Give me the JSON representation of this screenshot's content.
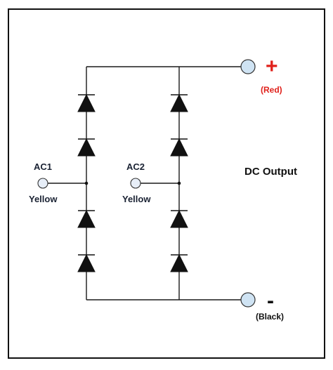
{
  "diagram": {
    "title": "DC Output",
    "ac1": {
      "label": "AC1",
      "color_label": "Yellow"
    },
    "ac2": {
      "label": "AC2",
      "color_label": "Yellow"
    },
    "positive": {
      "symbol": "+",
      "color_label": "(Red)"
    },
    "negative": {
      "symbol": "-",
      "color_label": "(Black)"
    }
  },
  "colors": {
    "positive_accent": "#e0211b",
    "terminal_fill": "#cfe3f3",
    "wire": "#1a1a1a"
  }
}
